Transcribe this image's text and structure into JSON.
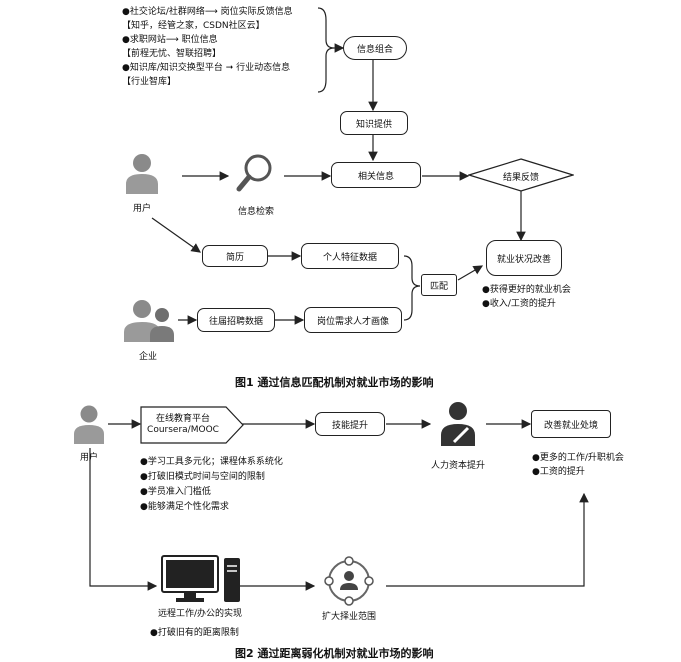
{
  "fig1": {
    "sources": [
      "●社交论坛/社群网络⟶ 岗位实际反馈信息",
      "【知乎，经管之家，CSDN社区云】",
      "●求职网站⟶ 职位信息",
      "【前程无忧、智联招聘】",
      "●知识库/知识交换型平台 ➞ 行业动态信息",
      "【行业智库】"
    ],
    "info_combo": "信息组合",
    "knowledge": "知识提供",
    "related": "相关信息",
    "feedback": "结果反馈",
    "user": "用户",
    "search": "信息检索",
    "resume": "简历",
    "personal_data": "个人特征数据",
    "match": "匹配",
    "improve": "就业状况改善",
    "outcomes": [
      "●获得更好的就业机会",
      "●收入/工资的提升"
    ],
    "enterprise": "企业",
    "past_recruit": "往届招聘数据",
    "portrait": "岗位需求人才画像",
    "caption": "图1  通过信息匹配机制对就业市场的影响"
  },
  "fig2": {
    "user": "用户",
    "online_line1": "在线教育平台",
    "online_line2": "Coursera/MOOC",
    "skill": "技能提升",
    "human_capital": "人力资本提升",
    "better_job": "改善就业处境",
    "outcomes": [
      "●更多的工作/升职机会",
      "●工资的提升"
    ],
    "bullets": [
      "●学习工具多元化；课程体系系统化",
      "●打破旧模式时间与空间的限制",
      "●学员准入门槛低",
      "●能够满足个性化需求"
    ],
    "remote": "远程工作/办公的实现",
    "remote_note": "●打破旧有的距离限制",
    "expand": "扩大择业范围",
    "caption": "图2  通过距离弱化机制对就业市场的影响"
  }
}
